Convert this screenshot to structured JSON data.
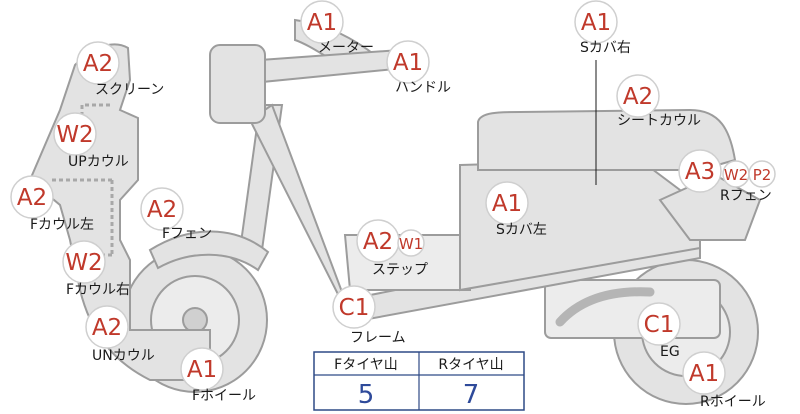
{
  "parts": {
    "meter": {
      "grade": "A1",
      "label": "メーター"
    },
    "handle": {
      "grade": "A1",
      "label": "ハンドル"
    },
    "side_cover_r": {
      "grade": "A1",
      "label": "Sカバ右"
    },
    "screen": {
      "grade": "A2",
      "label": "スクリーン"
    },
    "seat_cowl": {
      "grade": "A2",
      "label": "シートカウル"
    },
    "up_cowl": {
      "grade": "W2",
      "label": "UPカウル"
    },
    "r_fender": {
      "grade": "A3",
      "sub1": "W2",
      "sub2": "P2",
      "label": "Rフェン"
    },
    "f_cowl_l": {
      "grade": "A2",
      "label": "Fカウル左"
    },
    "f_fender": {
      "grade": "A2",
      "label": "Fフェン"
    },
    "side_cover_l": {
      "grade": "A1",
      "label": "Sカバ左"
    },
    "step": {
      "grade": "A2",
      "sub1": "W1",
      "label": "ステップ"
    },
    "f_cowl_r": {
      "grade": "W2",
      "label": "Fカウル右"
    },
    "frame": {
      "grade": "C1",
      "label": "フレーム"
    },
    "un_cowl": {
      "grade": "A2",
      "label": "UNカウル"
    },
    "engine": {
      "grade": "C1",
      "label": "EG"
    },
    "f_wheel": {
      "grade": "A1",
      "label": "Fホイール"
    },
    "r_wheel": {
      "grade": "A1",
      "label": "Rホイール"
    }
  },
  "tire_table": {
    "front_header": "Fタイヤ山",
    "front_value": "5",
    "rear_header": "Rタイヤ山",
    "rear_value": "7"
  }
}
